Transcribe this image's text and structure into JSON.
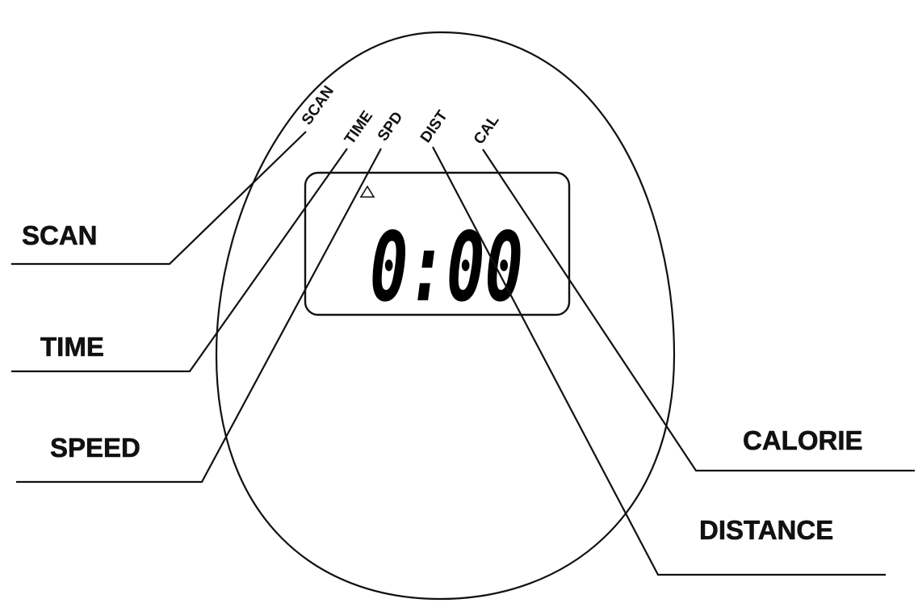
{
  "display": {
    "readout": "0:00",
    "segment_labels": {
      "scan": "SCAN",
      "time": "TIME",
      "spd": "SPD",
      "dist": "DIST",
      "cal": "CAL"
    }
  },
  "callouts": {
    "scan": "SCAN",
    "time": "TIME",
    "speed": "SPEED",
    "calorie": "CALORIE",
    "distance": "DISTANCE"
  },
  "colors": {
    "line": "#111111",
    "background": "#ffffff"
  }
}
